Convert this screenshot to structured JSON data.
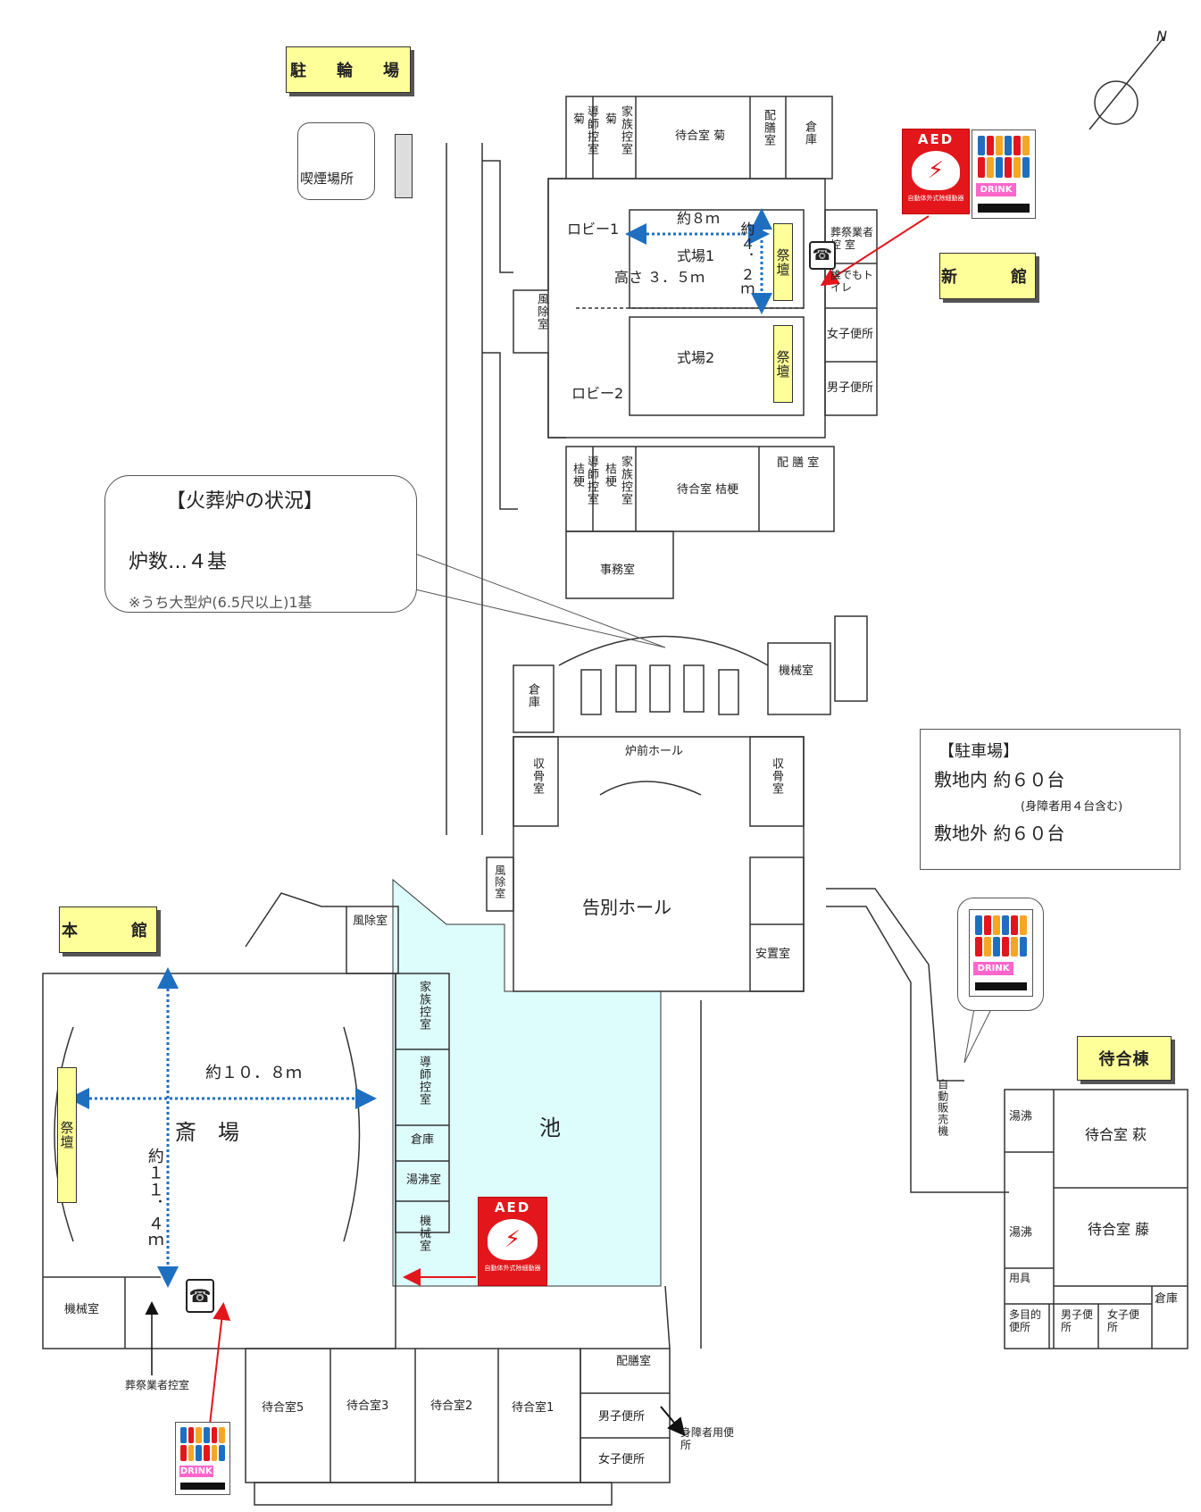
{
  "buildings": {
    "bicycle_parking": "駐　輪　場",
    "new_hall": "新　　館",
    "main_hall": "本　　館",
    "waiting_building": "待合棟"
  },
  "smoking": {
    "label": "喫煙場所"
  },
  "new_hall_rooms": {
    "guide_kiku": "導師控室",
    "kiku1": "菊",
    "kiku2": "菊",
    "family_kiku": "家族控室",
    "waiting_kiku": "待合室 菊",
    "pantry1": "配膳室",
    "storage1": "倉庫",
    "lobby1": "ロビー1",
    "lobby2": "ロビー2",
    "hall1": "式場1",
    "hall2": "式場2",
    "dim_width": "約８ｍ",
    "dim_depth": "約４．２ｍ",
    "dim_height": "高さ ３．５ｍ",
    "altar1": "祭壇",
    "altar2": "祭壇",
    "funeral_staff": "葬祭業者控 室",
    "anyone_toilet": "誰でもトイレ",
    "women": "女子便所",
    "men": "男子便所",
    "windbreak": "風除室",
    "guide_kikyo": "導師控室",
    "kikyo1": "桔梗",
    "kikyo2": "桔梗",
    "family_kikyo": "家族控室",
    "waiting_kikyo": "待合室 桔梗",
    "pantry2": "配 膳 室",
    "office": "事務室"
  },
  "crematorium": {
    "title": "【火葬炉の状況】",
    "count": "炉数…４基",
    "note": "※うち大型炉(6.5尺以上)1基",
    "storage": "倉庫",
    "machine": "機械室",
    "furnace_hall": "炉前ホール",
    "bone1": "収骨室",
    "bone2": "収骨室",
    "farewell": "告別ホール",
    "windbreak": "風除室",
    "resting": "安置室"
  },
  "parking": {
    "title": "【駐車場】",
    "inside": "敷地内 約６０台",
    "note": "(身障者用４台含む)",
    "outside": "敷地外 約６０台"
  },
  "main_hall_rooms": {
    "windbreak": "風除室",
    "family": "家族控室",
    "guide": "導師控室",
    "storage": "倉庫",
    "kettle": "湯沸室",
    "machine_right": "機械室",
    "altar": "祭壇",
    "ceremony": "斎　場",
    "dim_width": "約１０．８ｍ",
    "dim_depth": "約１１．４ｍ",
    "machine_left": "機械室",
    "funeral_staff": "葬祭業者控室",
    "waiting5": "待合室5",
    "waiting3": "待合室3",
    "waiting2": "待合室2",
    "waiting1": "待合室1",
    "pantry": "配膳室",
    "men": "男子便所",
    "women": "女子便所",
    "disabled": "身障者用便所"
  },
  "pond": "池",
  "vending_label": "自動販売機",
  "waiting_building_rooms": {
    "kettle1": "湯沸",
    "hagi": "待合室 萩",
    "kettle2": "湯沸",
    "fuji": "待合室 藤",
    "utility": "用具",
    "multi": "多目的便所",
    "men": "男子便所",
    "women": "女子便所",
    "storage": "倉庫"
  },
  "aed": {
    "label": "AED",
    "sub": "自動体外式除細動器"
  },
  "drink": "DRINK",
  "north": "N",
  "colors": {
    "pond": "#ddfcfc",
    "tag": "#ffff99",
    "aed": "#e3161b",
    "arrow_red": "#e3161b",
    "dim_blue": "#1f6fc1"
  }
}
